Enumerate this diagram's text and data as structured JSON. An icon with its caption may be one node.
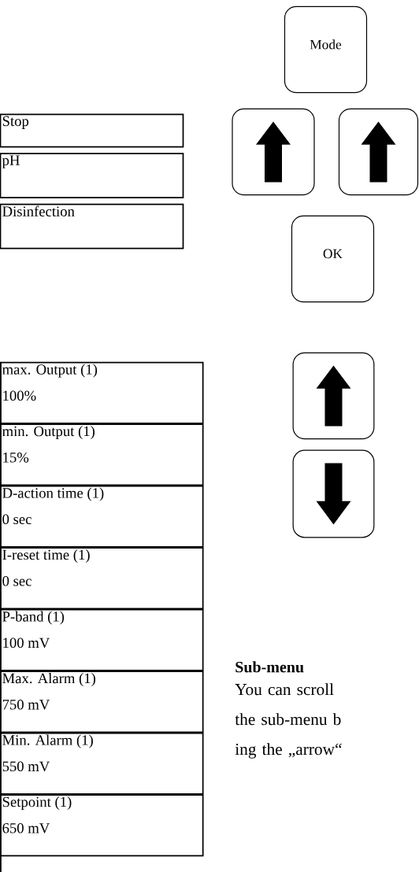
{
  "diagram": {
    "nodes": [
      {
        "text": [
          "Stop"
        ]
      },
      {
        "text": [
          "pH"
        ]
      },
      {
        "text": [
          "Disinfection"
        ]
      },
      {
        "text": [
          "Mode"
        ]
      },
      {
        "text": [],
        "shape": "box"
      },
      {
        "text": [],
        "shape": "box"
      },
      {
        "text": [
          "OK"
        ]
      },
      {
        "text": [
          "max. Output  (1)",
          "100%"
        ]
      },
      {
        "text": [
          "min. Output  (1)",
          "15%"
        ]
      },
      {
        "text": [
          "D-action time (1)",
          "0 sec"
        ]
      },
      {
        "text": [
          "I-reset time (1)",
          "0 sec"
        ]
      },
      {
        "text": [
          "P-band  (1)",
          "100 mV"
        ]
      },
      {
        "text": [
          "Max. Alarm  (1)",
          "750 mV"
        ]
      },
      {
        "text": [
          "Min. Alarm  (1)",
          "550 mV"
        ]
      },
      {
        "text": [
          "Setpoint  (1)",
          "650 mV"
        ]
      },
      {
        "text": [],
        "shape": "box"
      },
      {
        "text": [],
        "shape": "box"
      }
    ],
    "edges": [],
    "labels": [
      "Sub-menu",
      "You can scroll the sub-menu b ing the „arrow“"
    ]
  }
}
